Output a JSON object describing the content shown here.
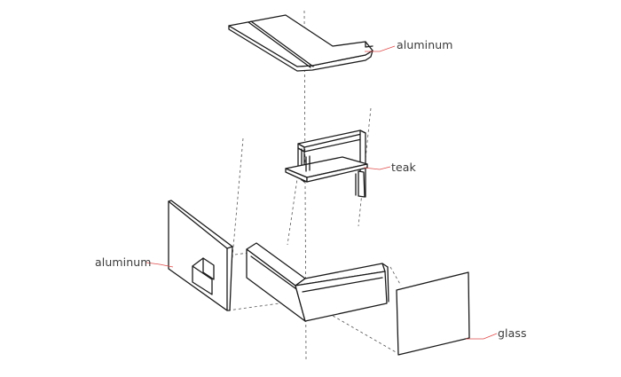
{
  "labels": {
    "top_aluminum": "aluminum",
    "teak": "teak",
    "side_aluminum": "aluminum",
    "glass": "glass"
  },
  "colors": {
    "line": "#1a1a1a",
    "leader": "#e04a4a",
    "label_text": "#3a3a3a"
  }
}
